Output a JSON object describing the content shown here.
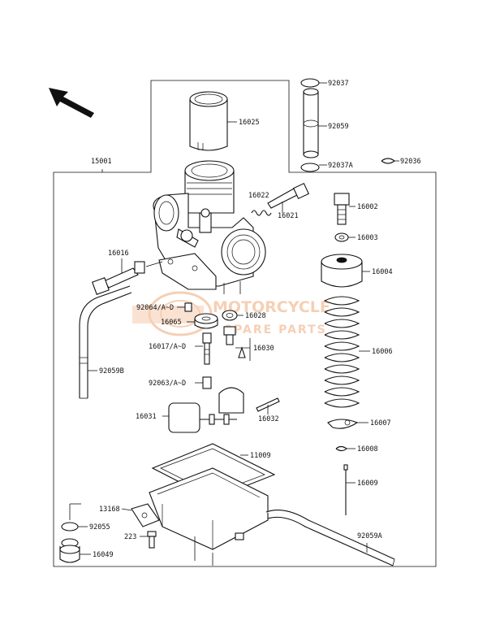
{
  "parts": {
    "p92037": "92037",
    "p92059": "92059",
    "p92037A": "92037A",
    "p92036": "92036",
    "p15001": "15001",
    "p16025": "16025",
    "p16022": "16022",
    "p16021": "16021",
    "p16002": "16002",
    "p16003": "16003",
    "p16016": "16016",
    "p16004": "16004",
    "p92064": "92064/A~D",
    "p16028": "16028",
    "p16065": "16065",
    "p16017": "16017/A~D",
    "p16030": "16030",
    "p16006": "16006",
    "p92059B": "92059B",
    "p92063": "92063/A~D",
    "p16031": "16031",
    "p16032": "16032",
    "p16007": "16007",
    "p11009": "11009",
    "p16008": "16008",
    "p16009": "16009",
    "p13168": "13168",
    "p92055": "92055",
    "p223": "223",
    "p92059A": "92059A",
    "p16049": "16049"
  },
  "watermark": {
    "line1": "MOTORCYCLE",
    "line2": "SPARE PARTS",
    "color": "#f0a878"
  },
  "icons": {
    "direction": "front-direction-arrow-icon"
  }
}
